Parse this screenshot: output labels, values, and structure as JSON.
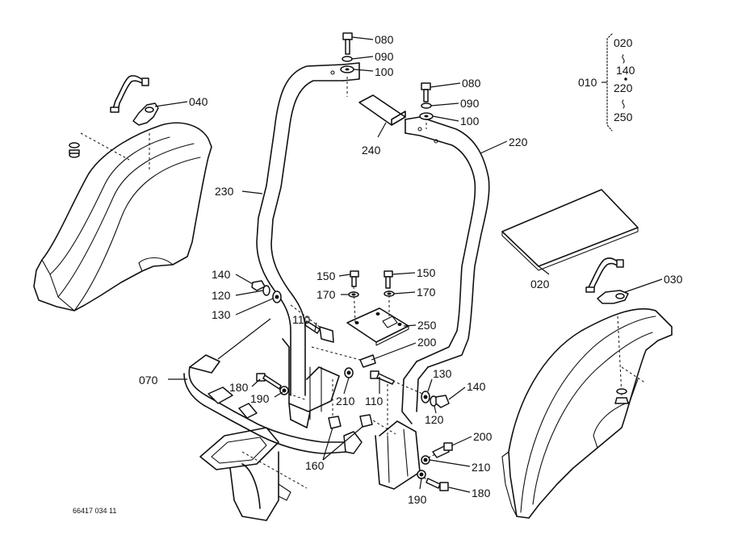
{
  "labels": [
    {
      "id": "080a",
      "text": "080"
    },
    {
      "id": "090a",
      "text": "090"
    },
    {
      "id": "100a",
      "text": "100"
    },
    {
      "id": "080b",
      "text": "080"
    },
    {
      "id": "090b",
      "text": "090"
    },
    {
      "id": "100b",
      "text": "100"
    },
    {
      "id": "040",
      "text": "040"
    },
    {
      "id": "240",
      "text": "240"
    },
    {
      "id": "220",
      "text": "220"
    },
    {
      "id": "230",
      "text": "230"
    },
    {
      "id": "020",
      "text": "020"
    },
    {
      "id": "030",
      "text": "030"
    },
    {
      "id": "140a",
      "text": "140"
    },
    {
      "id": "120a",
      "text": "120"
    },
    {
      "id": "130a",
      "text": "130"
    },
    {
      "id": "110a",
      "text": "110"
    },
    {
      "id": "150a",
      "text": "150"
    },
    {
      "id": "170a",
      "text": "170"
    },
    {
      "id": "150b",
      "text": "150"
    },
    {
      "id": "170b",
      "text": "170"
    },
    {
      "id": "250",
      "text": "250"
    },
    {
      "id": "200a",
      "text": "200"
    },
    {
      "id": "070",
      "text": "070"
    },
    {
      "id": "180a",
      "text": "180"
    },
    {
      "id": "190a",
      "text": "190"
    },
    {
      "id": "210a",
      "text": "210"
    },
    {
      "id": "110b",
      "text": "110"
    },
    {
      "id": "130b",
      "text": "130"
    },
    {
      "id": "140b",
      "text": "140"
    },
    {
      "id": "120b",
      "text": "120"
    },
    {
      "id": "160",
      "text": "160"
    },
    {
      "id": "200b",
      "text": "200"
    },
    {
      "id": "210b",
      "text": "210"
    },
    {
      "id": "190b",
      "text": "190"
    },
    {
      "id": "180b",
      "text": "180"
    }
  ],
  "legend": {
    "group": "010",
    "items": [
      "020",
      "140",
      "220",
      "250"
    ]
  },
  "footer": {
    "drawing_number": "66417 034 11"
  }
}
